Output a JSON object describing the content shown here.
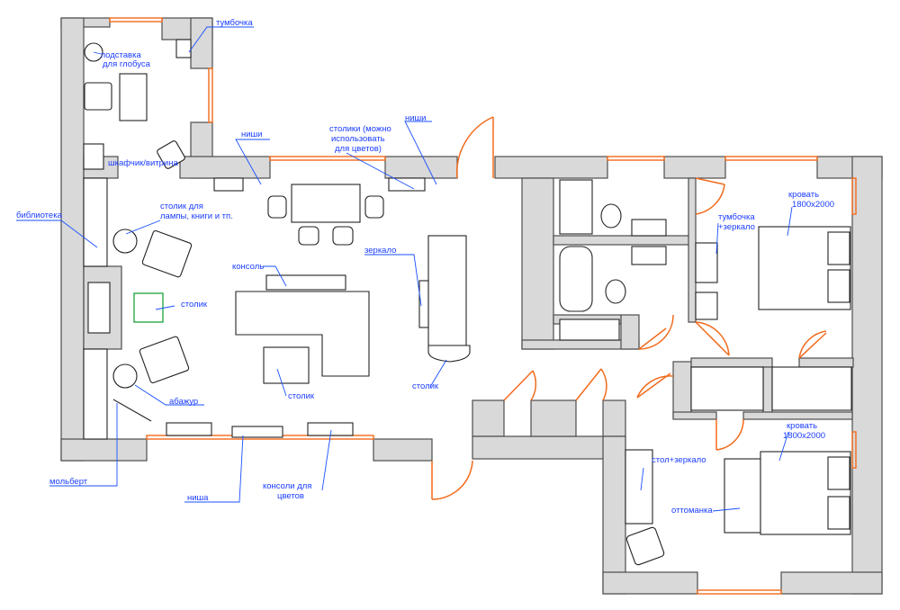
{
  "labels": {
    "tumbochka": "тумбочка",
    "globe_stand_1": "подставка",
    "globe_stand_2": "для глобуса",
    "cabinet": "шкафчик/витрина",
    "niches_left": "ниши",
    "tables_1": "столики (можно",
    "tables_2": "использовать",
    "tables_3": "для цветов)",
    "niches_right": "ниши",
    "library": "библиотека",
    "lamp_table_1": "столик для",
    "lamp_table_2": "лампы, книги и тп.",
    "console": "консоль",
    "mirror": "зеркало",
    "small_table": "столик",
    "lampshade": "абажур",
    "coffee_table": "столик",
    "table_right": "столик",
    "easel": "мольберт",
    "niche": "ниша",
    "consoles_1": "консоли для",
    "consoles_2": "цветов",
    "nightstand_mirror_1": "тумбочка",
    "nightstand_mirror_2": "+зеркало",
    "bed1_1": "кровать",
    "bed1_2": "1800x2000",
    "bed2_1": "кровать",
    "bed2_2": "1800x2000",
    "desk_mirror": "стол+зеркало",
    "ottoman": "оттоманка"
  },
  "colors": {
    "wall": "#d9d9d9",
    "window": "#f26a1b",
    "label": "#1a3cff",
    "green_table": "#1aa33a"
  }
}
